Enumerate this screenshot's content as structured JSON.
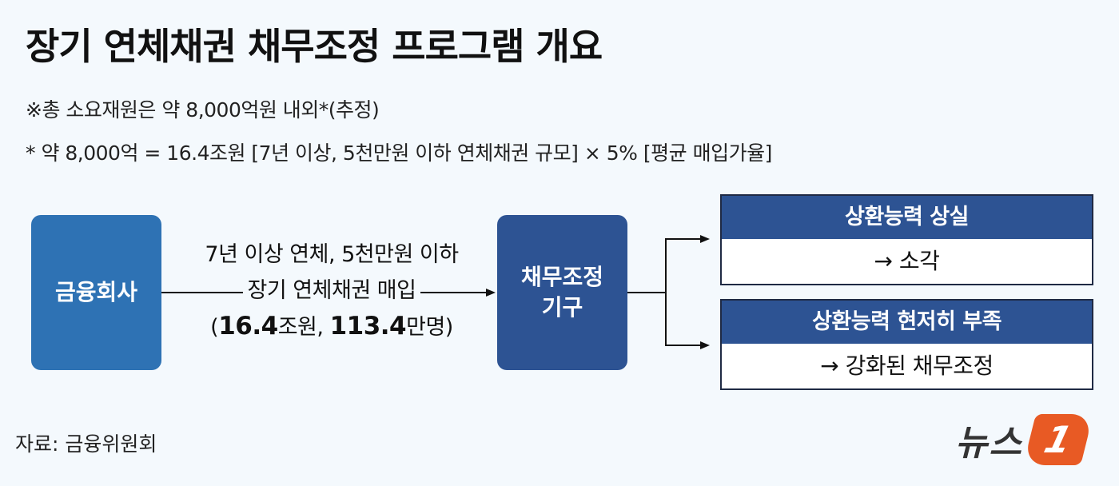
{
  "header": {
    "title": "장기 연체채권 채무조정 프로그램 개요",
    "note1": "※총 소요재원은 약 8,000억원 내외*(추정)",
    "note2": "* 약 8,000억 = 16.4조원 [7년 이상, 5천만원 이하 연체채권 규모] × 5% [평균 매입가율]"
  },
  "diagram": {
    "source_node": {
      "label": "금융회사"
    },
    "flow_label": {
      "line1": "7년 이상 연체, 5천만원 이하",
      "line2": "장기 연체채권 매입",
      "line3_open": "(",
      "line3_amount": "16.4",
      "line3_unit1": "조원, ",
      "line3_people": "113.4",
      "line3_unit2": "만명)"
    },
    "target_node": {
      "line1": "채무조정",
      "line2": "기구"
    },
    "outcomes": [
      {
        "condition": "상환능력 상실",
        "result": "→ 소각"
      },
      {
        "condition": "상환능력 현저히 부족",
        "result": "→ 강화된 채무조정"
      }
    ],
    "colors": {
      "source_node": "#2e72b4",
      "target_node": "#2d5393",
      "outcome_header": "#2d5393",
      "background": "#f4f9fd"
    }
  },
  "footer": {
    "source": "자료: 금융위원회",
    "logo_text": "뉴스",
    "logo_badge": "1",
    "logo_color": "#e85a24"
  }
}
